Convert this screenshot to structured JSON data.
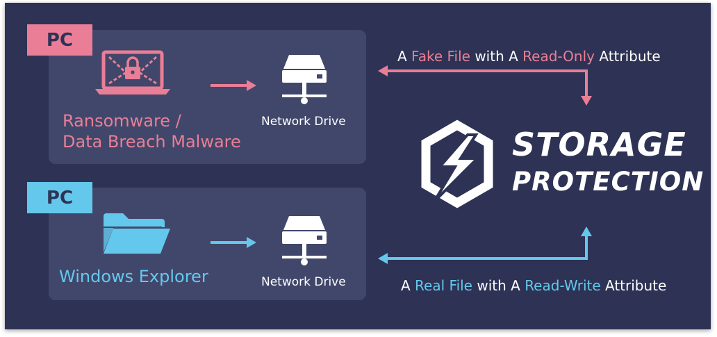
{
  "colors": {
    "background": "#2e3355",
    "panel": "#41476b",
    "pink": "#ea7e96",
    "blue": "#64c8ec",
    "white": "#ffffff"
  },
  "top": {
    "tag": "PC",
    "source_line1": "Ransomware /",
    "source_line2": "Data Breach Malware",
    "source_icon": "locked-laptop-icon",
    "drive_icon": "network-drive-icon",
    "drive_label": "Network Drive",
    "annotation": {
      "w1": "A ",
      "hl1": "Fake File",
      "w2": " with A ",
      "hl2": "Read-Only",
      "w3": " Attribute"
    }
  },
  "bottom": {
    "tag": "PC",
    "source_label": "Windows Explorer",
    "source_icon": "folder-icon",
    "drive_icon": "network-drive-icon",
    "drive_label": "Network Drive",
    "annotation": {
      "w1": "A ",
      "hl1": "Real File",
      "w2": " with A ",
      "hl2": "Read-Write",
      "w3": " Attribute"
    }
  },
  "brand": {
    "logo_icon": "lightning-hexagon-icon",
    "line1": "STORAGE",
    "line2": "PROTECTION"
  }
}
